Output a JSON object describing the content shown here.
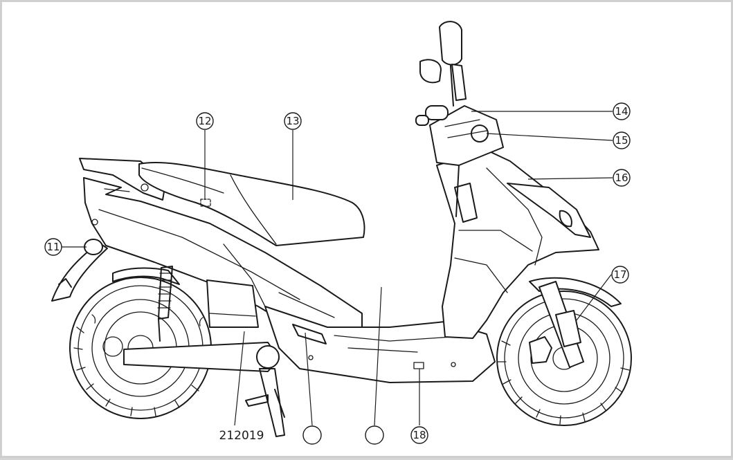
{
  "diagram": {
    "callouts": [
      {
        "id": "c11",
        "label": "11"
      },
      {
        "id": "c12",
        "label": "12"
      },
      {
        "id": "c13",
        "label": "13"
      },
      {
        "id": "c14",
        "label": "14"
      },
      {
        "id": "c15",
        "label": "15"
      },
      {
        "id": "c16",
        "label": "16"
      },
      {
        "id": "c17",
        "label": "17"
      },
      {
        "id": "c18",
        "label": "18"
      },
      {
        "id": "c19",
        "label": ""
      },
      {
        "id": "c20",
        "label": ""
      }
    ],
    "bottom_label": "212019"
  }
}
